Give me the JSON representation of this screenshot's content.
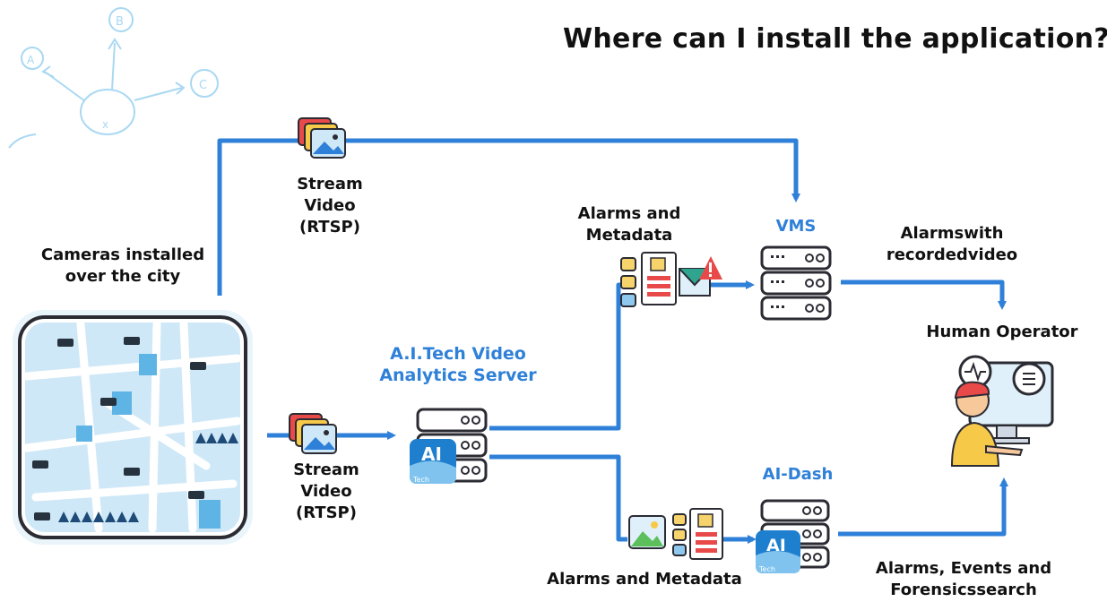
{
  "title": "Where can I install the application?",
  "nodes": {
    "cameras": {
      "label_line1": "Cameras installed",
      "label_line2": "over the city"
    },
    "stream_top": {
      "line1": "Stream",
      "line2": "Video",
      "line3": "(RTSP)"
    },
    "stream_bottom": {
      "line1": "Stream",
      "line2": "Video",
      "line3": "(RTSP)"
    },
    "aitech_server": {
      "line1": "A.I.Tech Video",
      "line2": "Analytics Server"
    },
    "alarms_top": {
      "line1": "Alarms and",
      "line2": "Metadata"
    },
    "vms": {
      "label": "VMS"
    },
    "alarms_recorded": {
      "line1": "Alarmswith",
      "line2": "recordedvideo"
    },
    "human_operator": {
      "label": "Human Operator"
    },
    "aidash": {
      "label": "AI-Dash"
    },
    "alarms_bottom": {
      "label": "Alarms and Metadata"
    },
    "alarms_events": {
      "line1": "Alarms, Events and",
      "line2": "Forensicssearch"
    }
  },
  "ai_badge": {
    "text": "AI",
    "sub": "Tech"
  },
  "sketch_letters": [
    "A",
    "B",
    "C",
    "x"
  ],
  "colors": {
    "flow": "#2f80d8",
    "accent_label": "#2f80d8",
    "server_fill": "#ffffff",
    "server_stroke": "#2b2b33"
  }
}
